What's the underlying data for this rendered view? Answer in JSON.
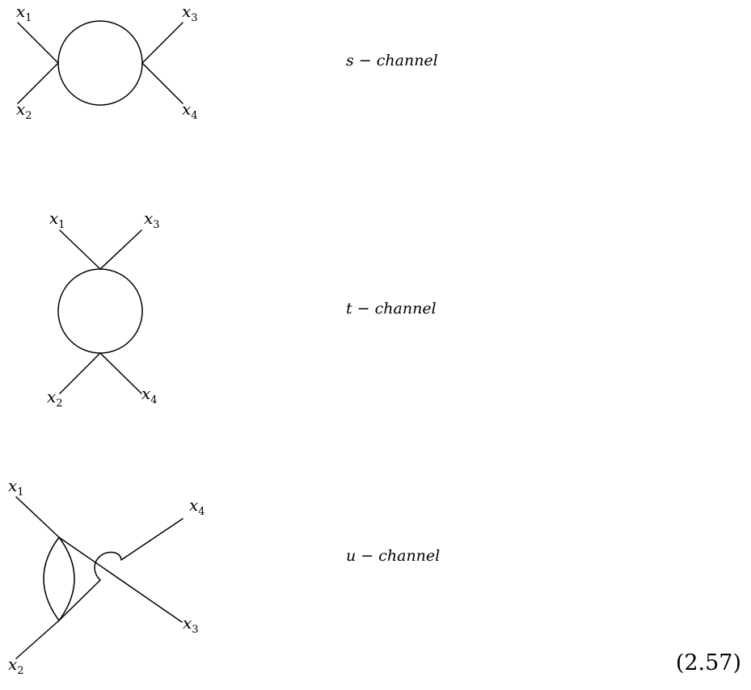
{
  "diagrams": {
    "s": {
      "external_labels": [
        "x",
        "x",
        "x",
        "x"
      ],
      "external_indices": [
        "1",
        "2",
        "3",
        "4"
      ],
      "caption": "s − channel"
    },
    "t": {
      "external_labels": [
        "x",
        "x",
        "x",
        "x"
      ],
      "external_indices": [
        "1",
        "3",
        "2",
        "4"
      ],
      "caption": "t − channel"
    },
    "u": {
      "external_labels": [
        "x",
        "x",
        "x",
        "x"
      ],
      "external_indices": [
        "1",
        "4",
        "3",
        "2"
      ],
      "caption": "u − channel"
    }
  },
  "equation_number": "(2.57)",
  "colors": {
    "ink": "#000000",
    "background": "#ffffff"
  }
}
